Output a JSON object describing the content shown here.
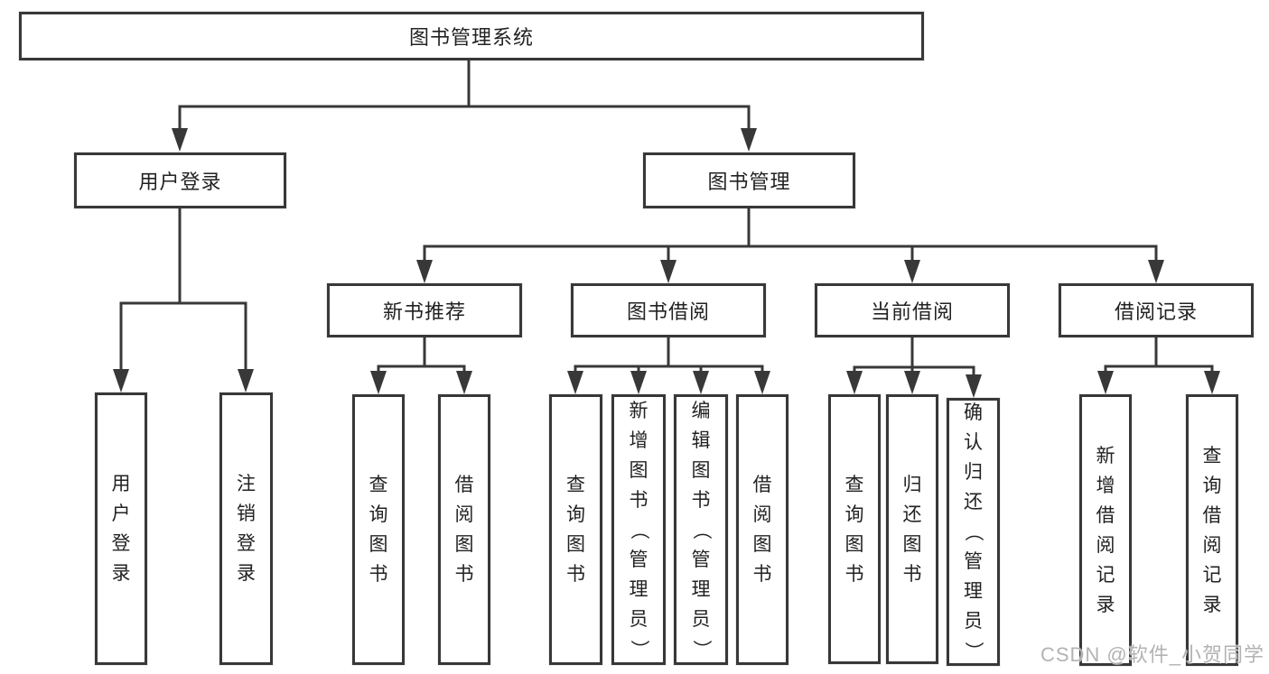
{
  "colors": {
    "line": "#383838",
    "text": "#222222",
    "box_bg": "#ffffff",
    "background": "#ffffff",
    "watermark": "#b3b3b3"
  },
  "tree": {
    "root": {
      "label": "图书管理系统"
    },
    "branches": [
      {
        "label": "用户登录",
        "leaves": [
          {
            "label": "用户登录"
          },
          {
            "label": "注销登录"
          }
        ]
      },
      {
        "label": "图书管理",
        "groups": [
          {
            "label": "新书推荐",
            "leaves": [
              {
                "label": "查询图书"
              },
              {
                "label": "借阅图书"
              }
            ]
          },
          {
            "label": "图书借阅",
            "leaves": [
              {
                "label": "查询图书"
              },
              {
                "label": "新增图书（管理员）"
              },
              {
                "label": "编辑图书（管理员）"
              },
              {
                "label": "借阅图书"
              }
            ]
          },
          {
            "label": "当前借阅",
            "leaves": [
              {
                "label": "查询图书"
              },
              {
                "label": "归还图书"
              },
              {
                "label": "确认归还（管理员）"
              }
            ]
          },
          {
            "label": "借阅记录",
            "leaves": [
              {
                "label": "新增借阅记录"
              },
              {
                "label": "查询借阅记录"
              }
            ]
          }
        ]
      }
    ]
  },
  "watermark": {
    "text": "CSDN @软件_小贺同学"
  }
}
